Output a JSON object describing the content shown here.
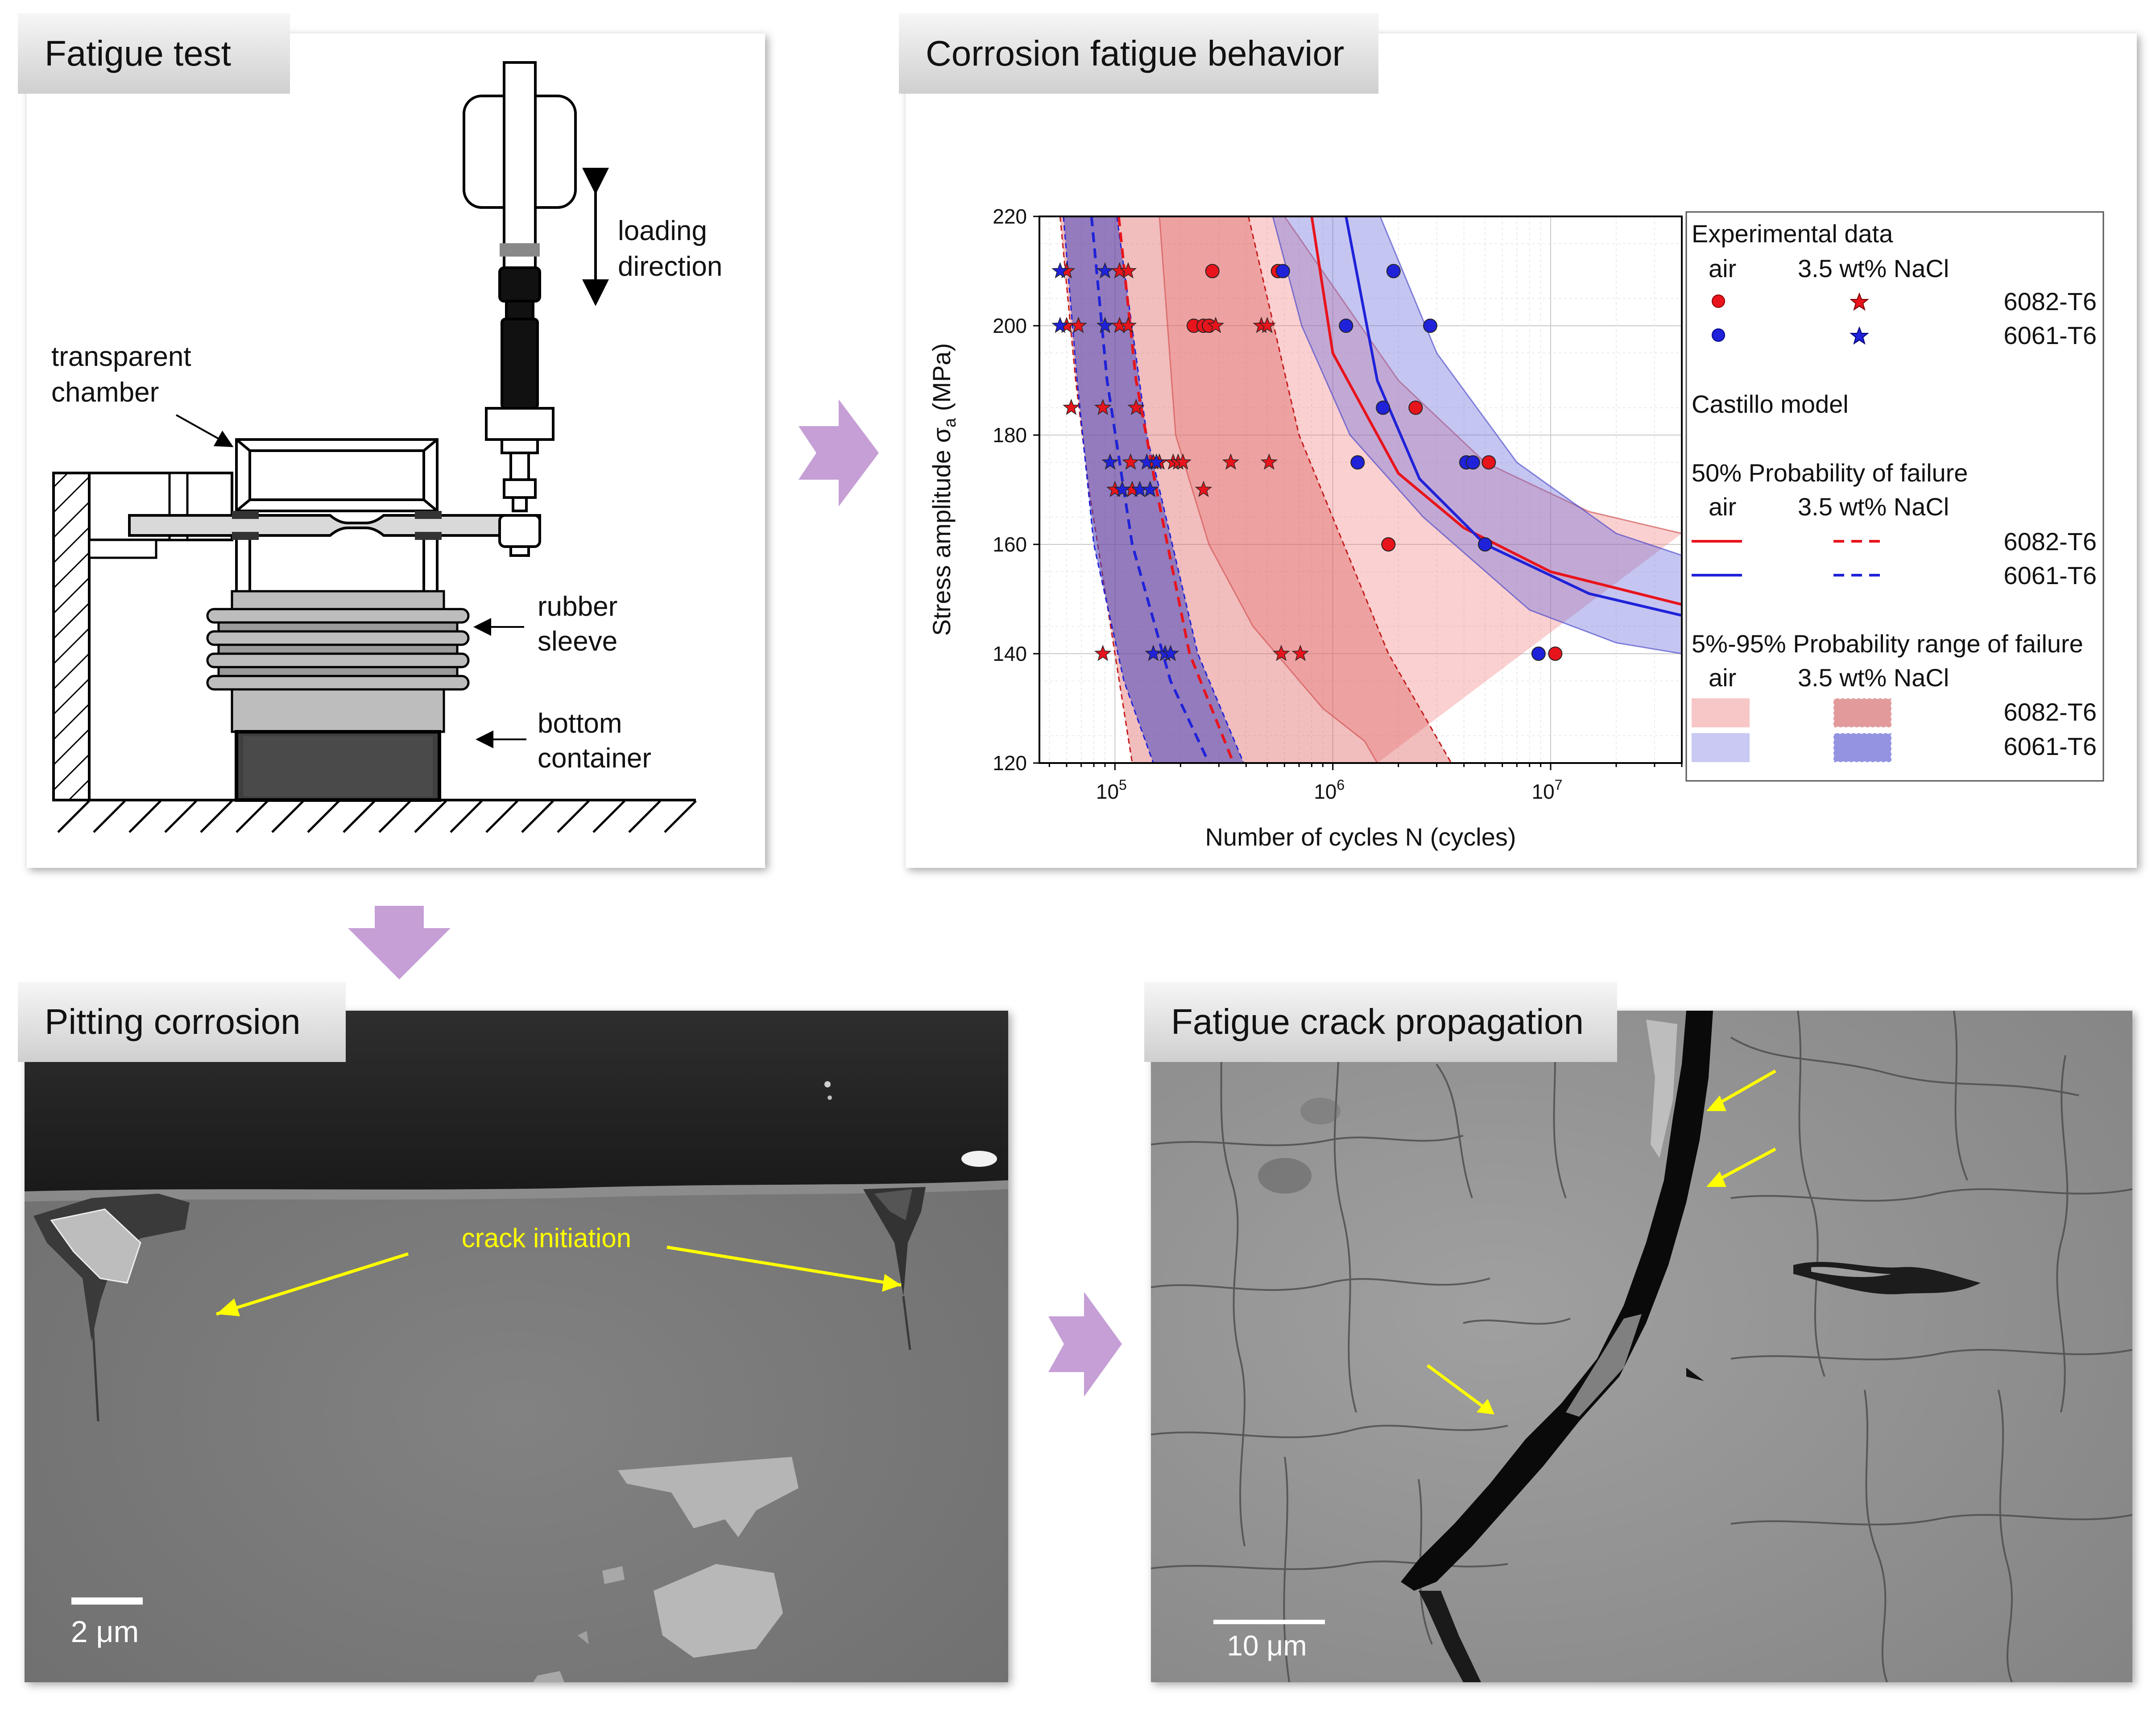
{
  "panels": {
    "fatigue_test": {
      "title": "Fatigue test",
      "labels": {
        "loading_direction": [
          "loading",
          "direction"
        ],
        "transparent_chamber": [
          "transparent",
          "chamber"
        ],
        "rubber_sleeve": [
          "rubber",
          "sleeve"
        ],
        "bottom_container": [
          "bottom",
          "container"
        ]
      }
    },
    "corrosion_fatigue": {
      "title": "Corrosion fatigue behavior"
    },
    "pitting": {
      "title": "Pitting corrosion",
      "annotation": "crack initiation",
      "scale_bar": "2 μm"
    },
    "crack_propagation": {
      "title": "Fatigue crack propagation",
      "scale_bar": "10 μm"
    }
  },
  "colors": {
    "arrow": "#c59fd6",
    "annotation": "#ffff00",
    "red": "#e8141c",
    "blue": "#1f22d8"
  },
  "chart_data": {
    "type": "scatter",
    "xlabel": "Number of cycles N (cycles)",
    "ylabel": "Stress amplitude σa (MPa)",
    "xscale": "log",
    "xlim": [
      45000,
      40000000
    ],
    "ylim": [
      120,
      220
    ],
    "yticks": [
      120,
      140,
      160,
      180,
      200,
      220
    ],
    "xticks": [
      {
        "value": 100000,
        "base": "10",
        "exp": "5"
      },
      {
        "value": 1000000,
        "base": "10",
        "exp": "6"
      },
      {
        "value": 10000000,
        "base": "10",
        "exp": "7"
      }
    ],
    "grid": true,
    "legend": {
      "position": "right",
      "experimental_title": "Experimental data",
      "castillo_title": "Castillo model",
      "p50_title": "50% Probability of failure",
      "range_title": "5%-95% Probability range of failure",
      "col_air": "air",
      "col_nacl": "3.5 wt% NaCl",
      "alloy_a": "6082-T6",
      "alloy_b": "6061-T6"
    },
    "series": [
      {
        "name": "6082-T6 air",
        "marker": "circle",
        "color": "#e8141c",
        "points": [
          [
            280000,
            210
          ],
          [
            560000,
            210
          ],
          [
            230000,
            200
          ],
          [
            255000,
            200
          ],
          [
            270000,
            200
          ],
          [
            2400000,
            185
          ],
          [
            5200000,
            175
          ],
          [
            1800000,
            160
          ],
          [
            10500000,
            140
          ]
        ]
      },
      {
        "name": "6061-T6 air",
        "marker": "circle",
        "color": "#1f22d8",
        "points": [
          [
            590000,
            210
          ],
          [
            1900000,
            210
          ],
          [
            1150000,
            200
          ],
          [
            2800000,
            200
          ],
          [
            1700000,
            185
          ],
          [
            1300000,
            175
          ],
          [
            4100000,
            175
          ],
          [
            4400000,
            175
          ],
          [
            5000000,
            160
          ],
          [
            8800000,
            140
          ]
        ]
      },
      {
        "name": "6082-T6 3.5 wt% NaCl",
        "marker": "star",
        "color": "#e8141c",
        "points": [
          [
            60000,
            210
          ],
          [
            105000,
            210
          ],
          [
            115000,
            210
          ],
          [
            60000,
            200
          ],
          [
            68000,
            200
          ],
          [
            105000,
            200
          ],
          [
            115000,
            200
          ],
          [
            290000,
            200
          ],
          [
            470000,
            200
          ],
          [
            500000,
            200
          ],
          [
            63000,
            185
          ],
          [
            88000,
            185
          ],
          [
            125000,
            185
          ],
          [
            118000,
            175
          ],
          [
            150000,
            175
          ],
          [
            160000,
            175
          ],
          [
            185000,
            175
          ],
          [
            195000,
            175
          ],
          [
            205000,
            175
          ],
          [
            340000,
            175
          ],
          [
            510000,
            175
          ],
          [
            100000,
            170
          ],
          [
            120000,
            170
          ],
          [
            145000,
            170
          ],
          [
            255000,
            170
          ],
          [
            88000,
            140
          ],
          [
            580000,
            140
          ],
          [
            710000,
            140
          ]
        ]
      },
      {
        "name": "6061-T6 3.5 wt% NaCl",
        "marker": "star",
        "color": "#1f22d8",
        "points": [
          [
            56000,
            210
          ],
          [
            90000,
            210
          ],
          [
            56000,
            200
          ],
          [
            90000,
            200
          ],
          [
            95000,
            175
          ],
          [
            140000,
            175
          ],
          [
            155000,
            175
          ],
          [
            108000,
            170
          ],
          [
            130000,
            170
          ],
          [
            145000,
            170
          ],
          [
            150000,
            140
          ],
          [
            170000,
            140
          ],
          [
            180000,
            140
          ]
        ]
      }
    ],
    "model_curves": {
      "6082_air_median": [
        [
          800000,
          220
        ],
        [
          1000000,
          195
        ],
        [
          2000000,
          173
        ],
        [
          4000000,
          163
        ],
        [
          10000000,
          155
        ],
        [
          40000000,
          149
        ]
      ],
      "6082_air_band_upper": [
        [
          600000,
          220
        ],
        [
          2000000,
          190
        ],
        [
          5000000,
          175
        ],
        [
          15000000,
          166
        ],
        [
          40000000,
          162
        ]
      ],
      "6082_air_band_lower": [
        [
          160000,
          220
        ],
        [
          190000,
          180
        ],
        [
          270000,
          160
        ],
        [
          430000,
          145
        ],
        [
          900000,
          130
        ],
        [
          1400000,
          124
        ],
        [
          1600000,
          120
        ]
      ],
      "6061_air_median": [
        [
          1150000,
          220
        ],
        [
          1600000,
          190
        ],
        [
          2500000,
          172
        ],
        [
          5000000,
          160
        ],
        [
          15000000,
          151
        ],
        [
          40000000,
          147
        ]
      ],
      "6061_air_band_upper": [
        [
          1650000,
          220
        ],
        [
          3000000,
          195
        ],
        [
          7000000,
          175
        ],
        [
          20000000,
          162
        ],
        [
          40000000,
          158
        ]
      ],
      "6061_air_band_lower": [
        [
          530000,
          220
        ],
        [
          720000,
          200
        ],
        [
          1200000,
          180
        ],
        [
          2600000,
          165
        ],
        [
          8000000,
          148
        ],
        [
          20000000,
          142
        ],
        [
          40000000,
          140
        ]
      ],
      "6082_nacl_median": [
        [
          104000,
          220
        ],
        [
          125000,
          190
        ],
        [
          155000,
          170
        ],
        [
          220000,
          140
        ],
        [
          350000,
          120
        ]
      ],
      "6082_nacl_band_upper": [
        [
          410000,
          220
        ],
        [
          700000,
          180
        ],
        [
          1800000,
          140
        ],
        [
          3500000,
          120
        ]
      ],
      "6082_nacl_band_lower": [
        [
          56000,
          220
        ],
        [
          66000,
          190
        ],
        [
          76000,
          170
        ],
        [
          100000,
          140
        ],
        [
          120000,
          120
        ]
      ],
      "6061_nacl_median": [
        [
          78000,
          220
        ],
        [
          92000,
          190
        ],
        [
          120000,
          160
        ],
        [
          180000,
          135
        ],
        [
          270000,
          120
        ]
      ],
      "6061_nacl_band_upper": [
        [
          102000,
          220
        ],
        [
          140000,
          180
        ],
        [
          240000,
          140
        ],
        [
          390000,
          120
        ]
      ],
      "6061_nacl_band_lower": [
        [
          58000,
          220
        ],
        [
          67000,
          190
        ],
        [
          80000,
          160
        ],
        [
          110000,
          135
        ],
        [
          150000,
          120
        ]
      ]
    }
  }
}
